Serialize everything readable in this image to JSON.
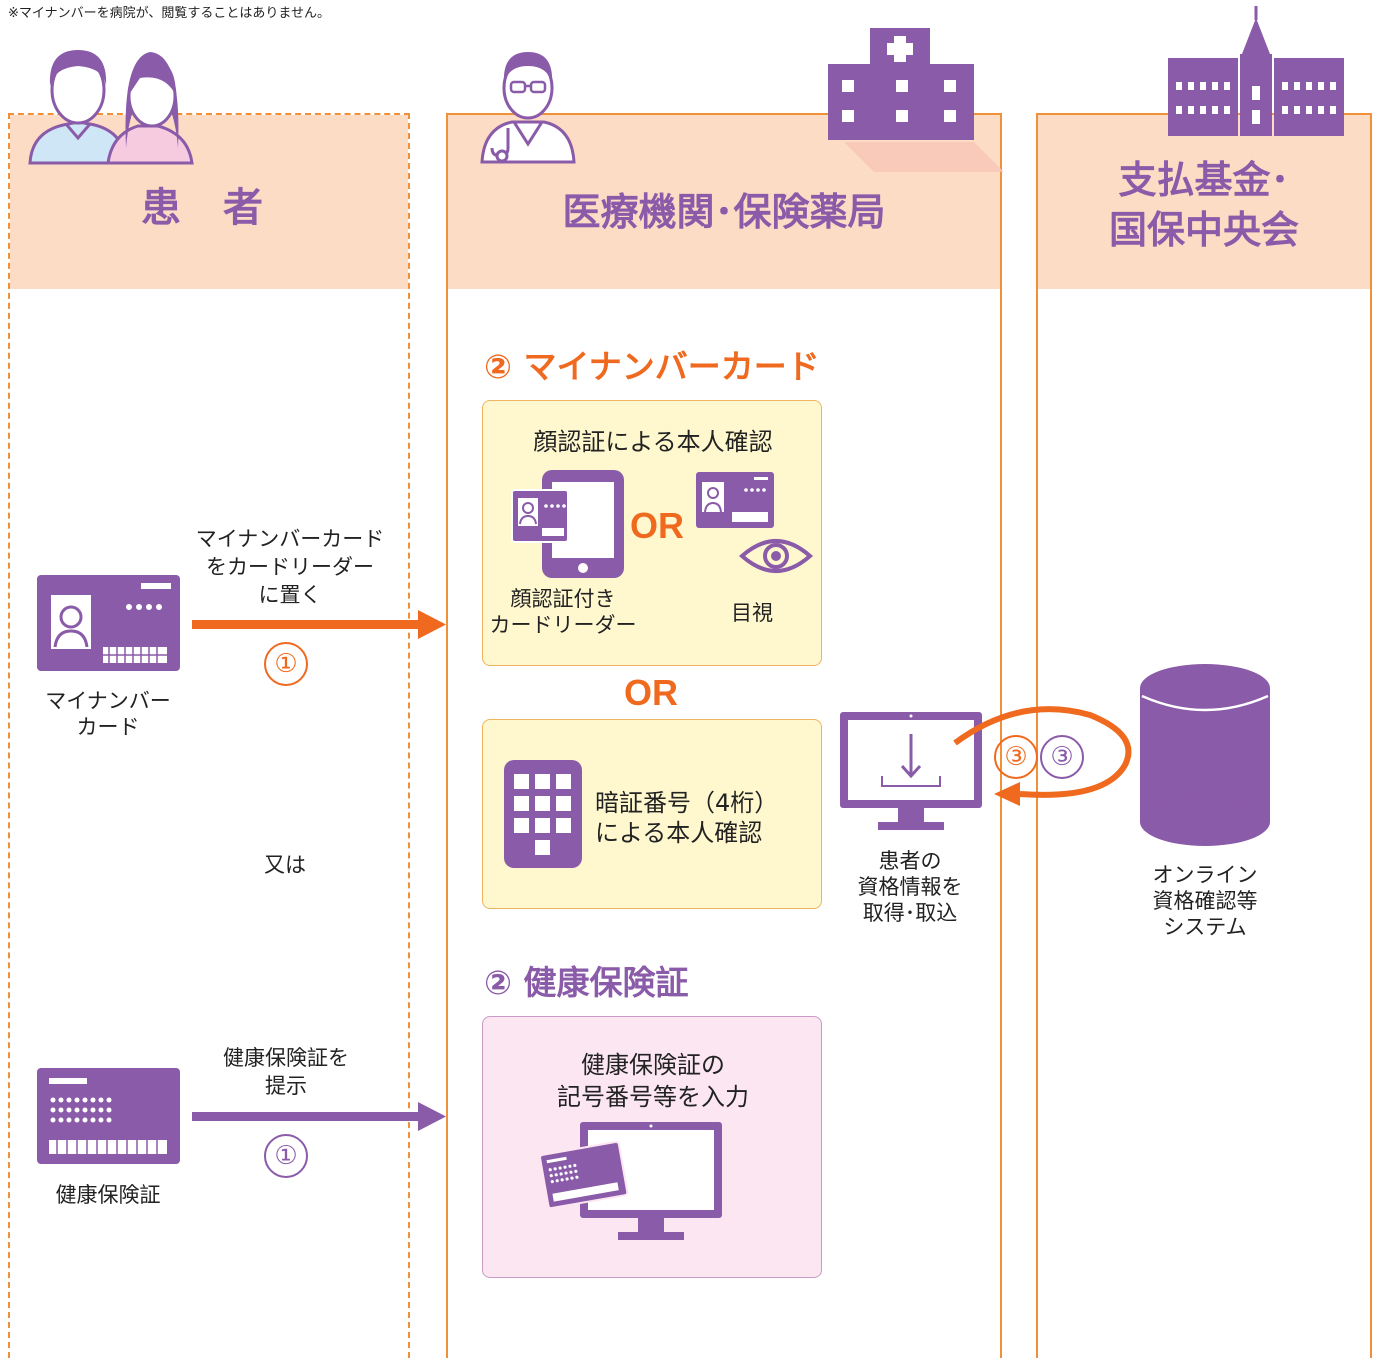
{
  "note": "※マイナンバーを病院が、閲覧することはありません。",
  "columns": {
    "patient": "患 者",
    "hospital": "医療機関･保険薬局",
    "fund_line1": "支払基金･",
    "fund_line2": "国保中央会"
  },
  "mynumber": {
    "section_num": "②",
    "section_title": "マイナンバーカード",
    "face_title": "顔認証による本人確認",
    "face_reader_line1": "顔認証付き",
    "face_reader_line2": "カードリーダー",
    "or_inner": "OR",
    "visual_check": "目視",
    "or_outer": "OR",
    "pin_line1": "暗証番号（4桁）",
    "pin_line2": "による本人確認"
  },
  "insurance": {
    "section_num": "②",
    "section_title": "健康保険証",
    "input_line1": "健康保険証の",
    "input_line2": "記号番号等を入力"
  },
  "patient_side": {
    "card_label_line1": "マイナンバー",
    "card_label_line2": "カード",
    "action_line1": "マイナンバーカード",
    "action_line2": "をカードリーダー",
    "action_line3": "に置く",
    "step1_a": "①",
    "or_text": "又は",
    "ins_action_line1": "健康保険証を",
    "ins_action_line2": "提示",
    "step1_b": "①",
    "ins_label": "健康保険証"
  },
  "terminal": {
    "line1": "患者の",
    "line2": "資格情報を",
    "line3": "取得･取込",
    "step3_a": "③",
    "step3_b": "③"
  },
  "system": {
    "line1": "オンライン",
    "line2": "資格確認等",
    "line3": "システム"
  },
  "colors": {
    "orange": "#ef6a1f",
    "purple": "#8a5ba8",
    "band": "#fcdcc4",
    "yellow_box": "#fff8cf",
    "pink_box": "#fbe6f2"
  }
}
